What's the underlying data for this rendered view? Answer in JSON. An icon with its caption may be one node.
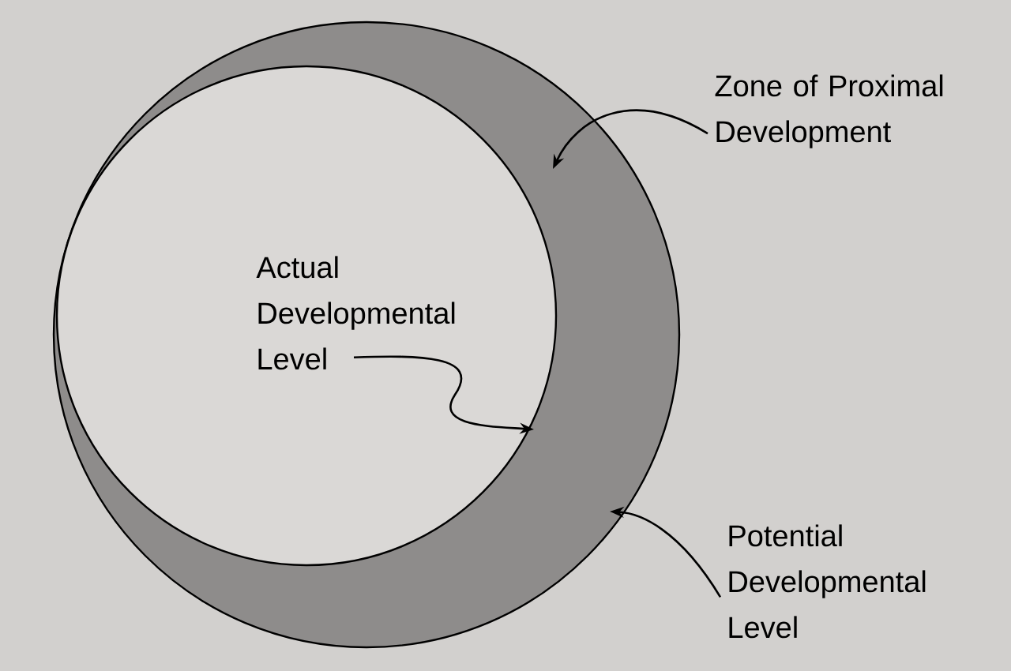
{
  "diagram": {
    "nodes": [
      {
        "text": [],
        "shape": "circle"
      },
      {
        "text": [],
        "shape": "circle",
        "in": 0
      },
      {
        "text": [
          "Actual Developmental Level"
        ],
        "in": 1
      },
      {
        "text": [
          "Zone of Proximal Development"
        ]
      },
      {
        "text": [
          "Potential Developmental Level"
        ]
      }
    ],
    "edges": [
      {
        "from": 2,
        "to": 1,
        "arrow": "to"
      },
      {
        "from": 3,
        "to": 0,
        "arrow": "to"
      },
      {
        "from": 4,
        "to": 0,
        "arrow": "to"
      }
    ]
  }
}
